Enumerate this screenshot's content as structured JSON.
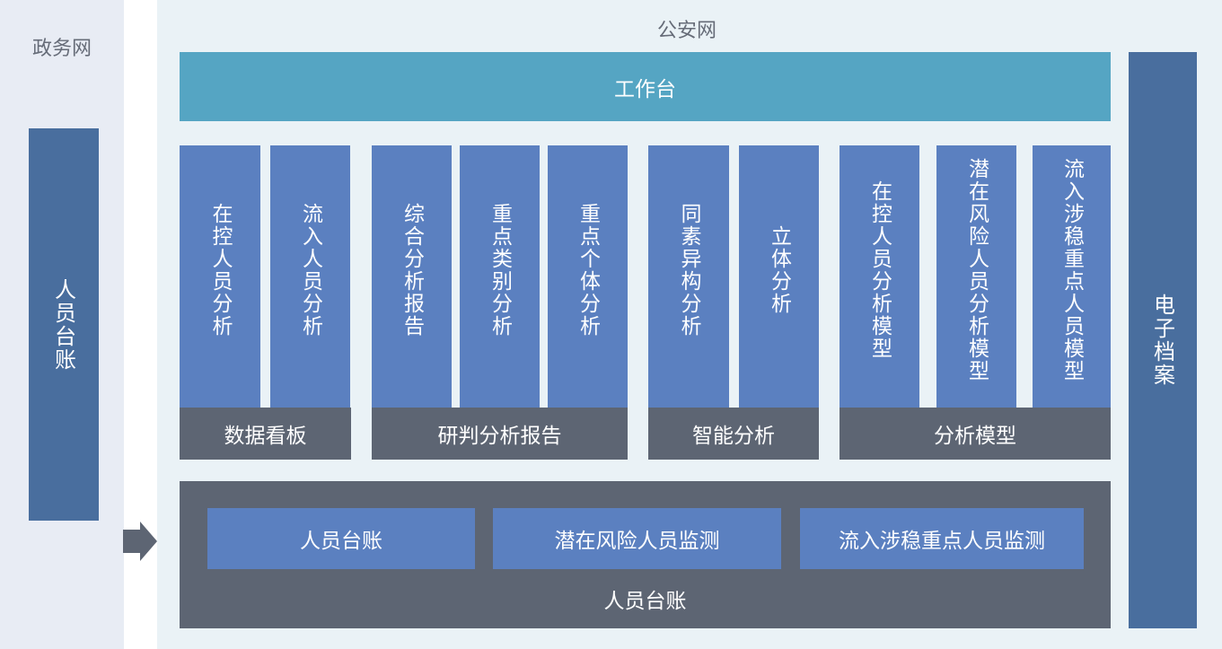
{
  "left_panel": {
    "title": "政务网",
    "ledger": "人员台账"
  },
  "right_panel": {
    "title": "公安网",
    "workbench": "工作台",
    "archive": "电子档案"
  },
  "columns": [
    "在控人员分析",
    "流入人员分析",
    "综合分析报告",
    "重点类别分析",
    "重点个体分析",
    "同素异构分析",
    "立体分析",
    "在控人员分析模型",
    "潜在风险人员分析模型",
    "流入涉稳重点人员模型"
  ],
  "groups": [
    "数据看板",
    "研判分析报告",
    "智能分析",
    "分析模型"
  ],
  "bottom": {
    "items": [
      "人员台账",
      "潜在风险人员监测",
      "流入涉稳重点人员监测"
    ],
    "label": "人员台账"
  },
  "colors": {
    "left_bg": "#e8ecf4",
    "right_bg": "#eaf2f6",
    "workbench": "#55a5c3",
    "column": "#5b80c0",
    "group": "#5d6573",
    "archive": "#496e9e"
  },
  "icons": {
    "arrow": "arrow-right-icon"
  }
}
